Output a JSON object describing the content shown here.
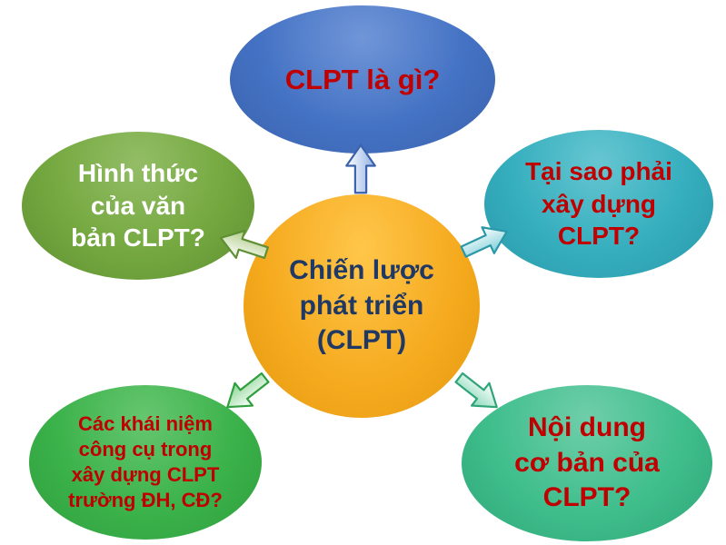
{
  "diagram_title": "Chiến lược phát triển (CLPT) overview diagram",
  "center": {
    "label": "Chiến lược\nphát triển\n(CLPT)"
  },
  "nodes": [
    {
      "id": "what-is-clpt",
      "position": "top",
      "label": "CLPT là gì?"
    },
    {
      "id": "why-build-clpt",
      "position": "right",
      "label": "Tại sao phải\nxây dựng\nCLPT?"
    },
    {
      "id": "basic-content",
      "position": "bottom-right",
      "label": "Nội dung\ncơ bản của\nCLPT?"
    },
    {
      "id": "key-concepts",
      "position": "bottom-left",
      "label": "Các khái niệm\ncông cụ trong\nxây dựng CLPT\ntrường ĐH, CĐ?"
    },
    {
      "id": "document-form",
      "position": "left",
      "label": "Hình thức\ncủa văn\nbản CLPT?"
    }
  ],
  "arrows": [
    {
      "direction": "up"
    },
    {
      "direction": "upper-right"
    },
    {
      "direction": "lower-right"
    },
    {
      "direction": "lower-left"
    },
    {
      "direction": "upper-left"
    }
  ],
  "palette": {
    "center_bg": "#F5A91D",
    "center_text": "#1F3864",
    "question_text_red": "#C00000",
    "top_bg": "#4472C4",
    "right_bg": "#35AEBE",
    "bottom_right_bg": "#3FBE8C",
    "bottom_left_bg": "#3BB24A",
    "left_bg": "#74A83F",
    "left_text": "#FFFFFF",
    "background": "#FFFFFF"
  }
}
